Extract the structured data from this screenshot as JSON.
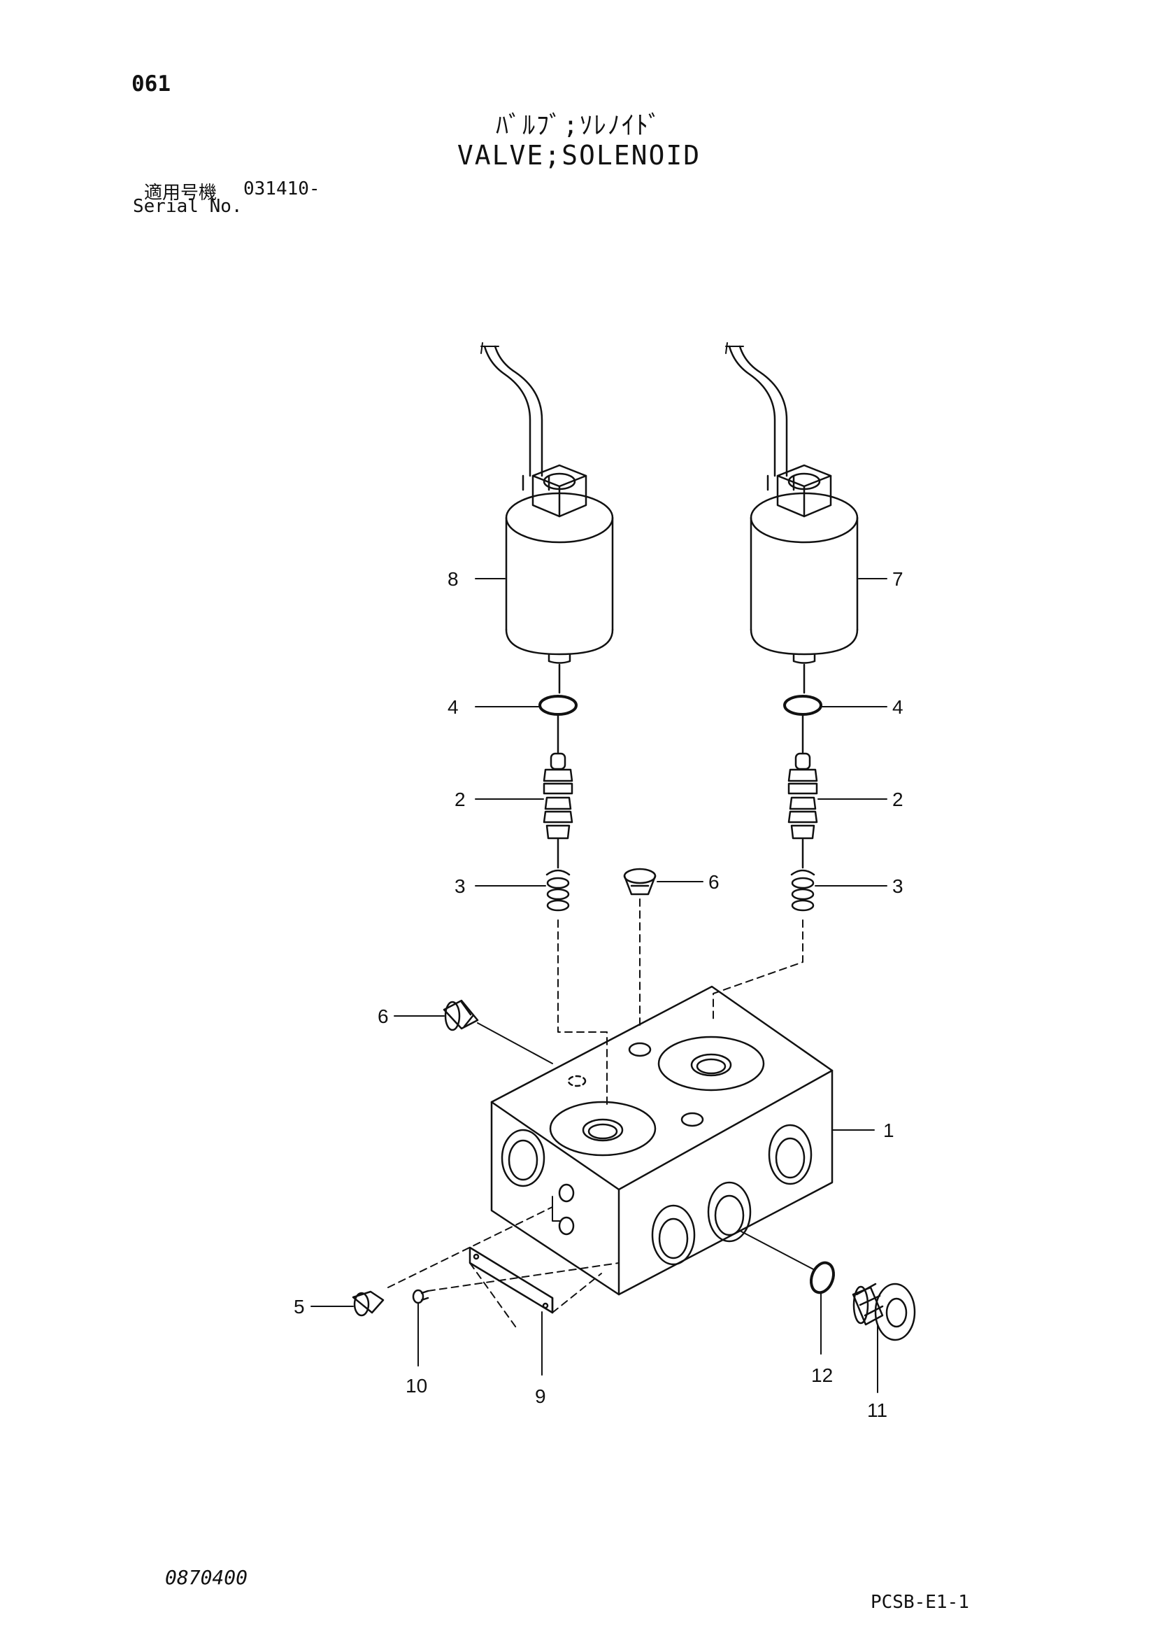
{
  "header": {
    "page_number": "061",
    "title_jp": "ﾊﾞﾙﾌﾞ;ｿﾚﾉｲﾄﾞ",
    "title_en": "VALVE;SOLENOID",
    "serial_label_jp": "適用号機",
    "serial_value": "031410-",
    "serial_label_en": "Serial No."
  },
  "callouts": {
    "c1": "1",
    "c2_left": "2",
    "c2_right": "2",
    "c3_left": "3",
    "c3_right": "3",
    "c4_left": "4",
    "c4_right": "4",
    "c5": "5",
    "c6_top": "6",
    "c6_left": "6",
    "c7": "7",
    "c8": "8",
    "c9": "9",
    "c10": "10",
    "c11": "11",
    "c12": "12"
  },
  "footer": {
    "doc_code": "0870400",
    "catalog_code": "PCSB-E1-1"
  }
}
